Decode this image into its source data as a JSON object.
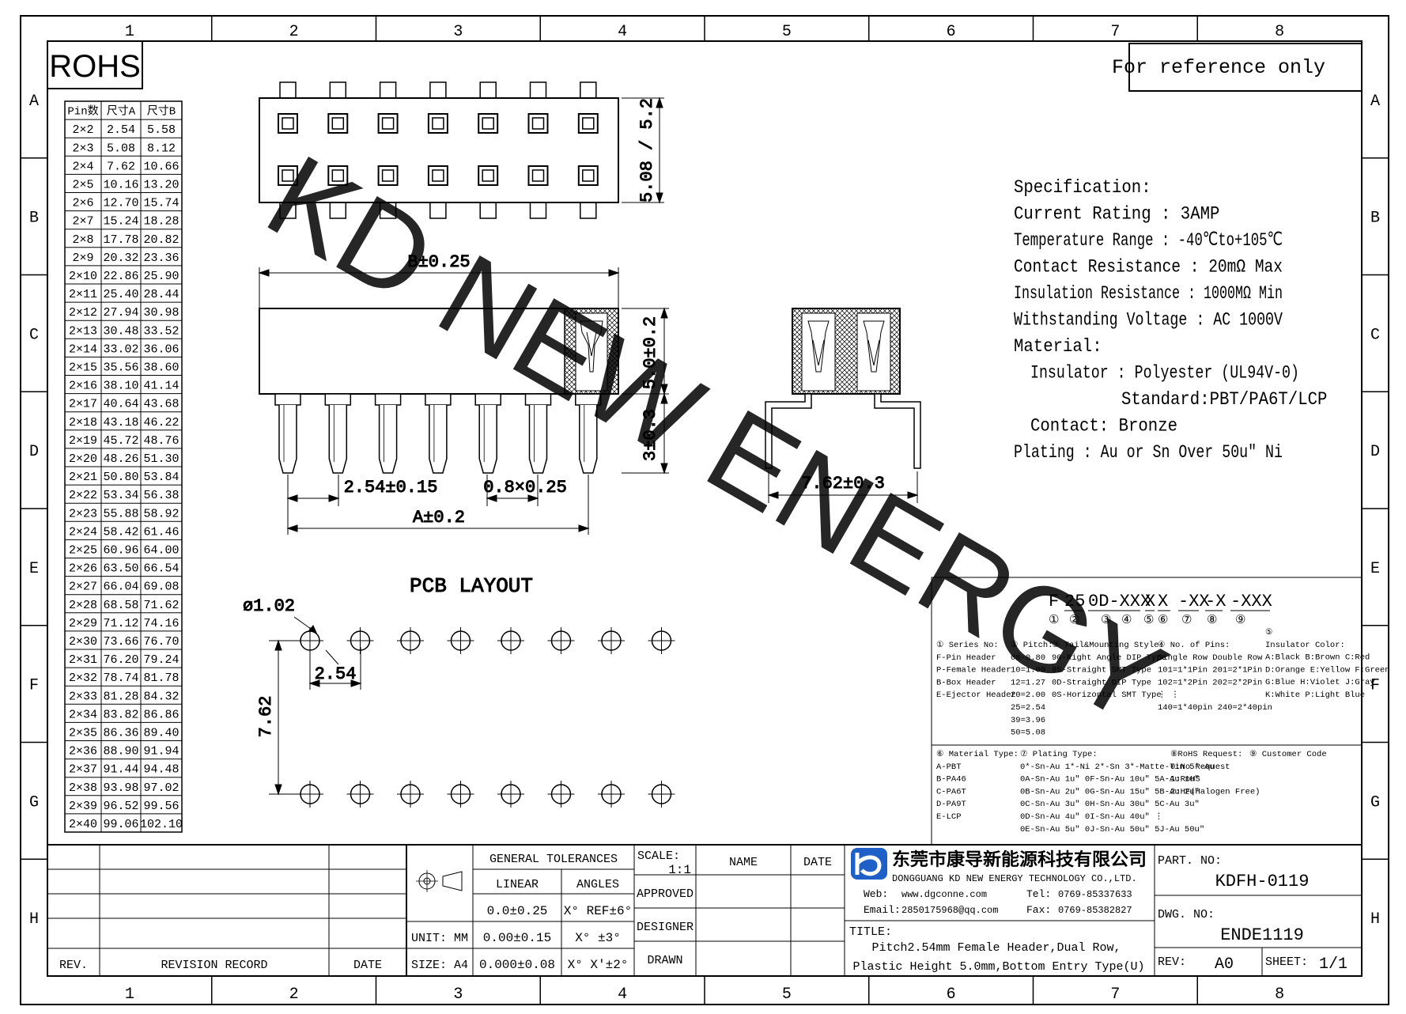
{
  "frame": {
    "columns": [
      "1",
      "2",
      "3",
      "4",
      "5",
      "6",
      "7",
      "8"
    ],
    "rows": [
      "A",
      "B",
      "C",
      "D",
      "E",
      "F",
      "G",
      "H"
    ]
  },
  "rohs_label": "ROHS",
  "reference_note": "For reference only",
  "watermark": "KD NEW ENERGY",
  "pin_table": {
    "headers": [
      "Pin数",
      "尺寸A",
      "尺寸B"
    ],
    "rows": [
      [
        "2×2",
        "2.54",
        "5.58"
      ],
      [
        "2×3",
        "5.08",
        "8.12"
      ],
      [
        "2×4",
        "7.62",
        "10.66"
      ],
      [
        "2×5",
        "10.16",
        "13.20"
      ],
      [
        "2×6",
        "12.70",
        "15.74"
      ],
      [
        "2×7",
        "15.24",
        "18.28"
      ],
      [
        "2×8",
        "17.78",
        "20.82"
      ],
      [
        "2×9",
        "20.32",
        "23.36"
      ],
      [
        "2×10",
        "22.86",
        "25.90"
      ],
      [
        "2×11",
        "25.40",
        "28.44"
      ],
      [
        "2×12",
        "27.94",
        "30.98"
      ],
      [
        "2×13",
        "30.48",
        "33.52"
      ],
      [
        "2×14",
        "33.02",
        "36.06"
      ],
      [
        "2×15",
        "35.56",
        "38.60"
      ],
      [
        "2×16",
        "38.10",
        "41.14"
      ],
      [
        "2×17",
        "40.64",
        "43.68"
      ],
      [
        "2×18",
        "43.18",
        "46.22"
      ],
      [
        "2×19",
        "45.72",
        "48.76"
      ],
      [
        "2×20",
        "48.26",
        "51.30"
      ],
      [
        "2×21",
        "50.80",
        "53.84"
      ],
      [
        "2×22",
        "53.34",
        "56.38"
      ],
      [
        "2×23",
        "55.88",
        "58.92"
      ],
      [
        "2×24",
        "58.42",
        "61.46"
      ],
      [
        "2×25",
        "60.96",
        "64.00"
      ],
      [
        "2×26",
        "63.50",
        "66.54"
      ],
      [
        "2×27",
        "66.04",
        "69.08"
      ],
      [
        "2×28",
        "68.58",
        "71.62"
      ],
      [
        "2×29",
        "71.12",
        "74.16"
      ],
      [
        "2×30",
        "73.66",
        "76.70"
      ],
      [
        "2×31",
        "76.20",
        "79.24"
      ],
      [
        "2×32",
        "78.74",
        "81.78"
      ],
      [
        "2×33",
        "81.28",
        "84.32"
      ],
      [
        "2×34",
        "83.82",
        "86.86"
      ],
      [
        "2×35",
        "86.36",
        "89.40"
      ],
      [
        "2×36",
        "88.90",
        "91.94"
      ],
      [
        "2×37",
        "91.44",
        "94.48"
      ],
      [
        "2×38",
        "93.98",
        "97.02"
      ],
      [
        "2×39",
        "96.52",
        "99.56"
      ],
      [
        "2×40",
        "99.06",
        "102.10"
      ]
    ]
  },
  "dimensions": {
    "top_height": "5.08 / 5.2",
    "b_length": "B±0.25",
    "body_height": "5.0±0.2",
    "tail_length": "3±0.3",
    "pitch": "2.54±0.15",
    "pin_size": "0.8×0.25",
    "a_length": "A±0.2",
    "row_spacing": "7.62±0.3",
    "pcb_title": "PCB LAYOUT",
    "hole_dia": "ø1.02",
    "pcb_pitch": "2.54",
    "pcb_row": "7.62"
  },
  "specification": {
    "lines": [
      "Specification:",
      "Current Rating : 3AMP",
      "Temperature Range : -40℃to+105℃",
      "Contact Resistance : 20mΩ Max",
      "Insulation Resistance : 1000MΩ Min",
      "Withstanding Voltage : AC 1000V",
      "Material:",
      "Insulator : Polyester (UL94V-0)",
      "Standard:PBT/PA6T/LCP",
      "Contact: Bronze",
      "Plating : Au or Sn Over 50u\" Ni"
    ]
  },
  "part_code": {
    "segments": [
      "F",
      "25",
      "0D-XXX",
      "X",
      "X",
      "-XX",
      "-X",
      "-XXX"
    ],
    "markers": [
      "①",
      "②",
      "③",
      "④",
      "⑤",
      "⑥",
      "⑦",
      "⑧",
      "⑨"
    ]
  },
  "code_legend": {
    "g1": [
      "① Series No:",
      "F-Pin Header",
      "P-Female Header",
      "B-Box Header",
      "E-Ejector Header"
    ],
    "g2": [
      "② Pitch:",
      "08-0.80",
      "10=1.00",
      "12=1.27",
      "20=2.00",
      "25=2.54",
      "39=3.96",
      "50=5.08"
    ],
    "g3": [
      "③ Tail&Mounting Style:",
      "90-Right Angle DIP Type",
      "9S-Straight SMT Type",
      "0D-Straight DIP Type",
      "0S-Horizontal SMT Type"
    ],
    "g4": [
      "④ No. of Pins:",
      "Single Row   Double Row",
      "101=1*1Pin   201=2*1Pin",
      "102=1*2Pin   202=2*2Pin",
      "  ⋮              ⋮",
      "140=1*40pin  240=2*40pin"
    ],
    "g5": [
      "⑤",
      "Insulator Color:",
      "A:Black  B:Brown  C:Red",
      "D:Orange E:Yellow F:Green",
      "G:Blue   H:Violet J:Gray",
      "K:White  P:Light Blue"
    ],
    "g6": [
      "⑥ Material Type:",
      "A-PBT",
      "B-PA46",
      "C-PA6T",
      "D-PA9T",
      "E-LCP"
    ],
    "g7": [
      "⑦ Plating Type:",
      "0*-Sn-Au 1*-Ni 2*-Sn 3*-Matte-Tin 5*-Au",
      "0A-Sn-Au 1u\" 0F-Sn-Au 10u\"  5A-Au 1u\"",
      "0B-Sn-Au 2u\" 0G-Sn-Au 15u\"  5B-Au 2u\"",
      "0C-Sn-Au 3u\" 0H-Sn-Au 30u\"  5C-Au 3u\"",
      "0D-Sn-Au 4u\" 0I-Sn-Au 40u\"    ⋮",
      "0E-Sn-Au 5u\" 0J-Sn-Au 50u\"  5J-Au 50u\""
    ],
    "g8": [
      "⑧RoHS Request:",
      "0:No Request",
      "1:RoHS",
      "2:HF(Halogen Free)"
    ],
    "g9": [
      "⑨ Customer Code"
    ]
  },
  "title_block": {
    "rev_label": "REV.",
    "revision_record": "REVISION RECORD",
    "date_label": "DATE",
    "general_tolerances": "GENERAL TOLERANCES",
    "linear": "LINEAR",
    "angles": "ANGLES",
    "lin1": "0.0±0.25",
    "lin2": "0.00±0.15",
    "lin3": "0.000±0.08",
    "ang1": "X° REF±6°",
    "ang2": "X° ±3°",
    "ang3": "X° X'±2°",
    "unit": "UNIT: MM",
    "size": "SIZE: A4",
    "scale_label": "SCALE:",
    "scale_value": "1:1",
    "name": "NAME",
    "date": "DATE",
    "approved": "APPROVED",
    "designer": "DESIGNER",
    "drawn": "DRAWN",
    "company_cn": "东莞市康导新能源科技有限公司",
    "company_en": "DONGGUANG KD NEW ENERGY TECHNOLOGY CO.,LTD.",
    "web_label": "Web:",
    "web": "www.dgconne.com",
    "email_label": "Email:",
    "email": "2850175968@qq.com",
    "tel_label": "Tel:",
    "tel": "0769-85337633",
    "fax_label": "Fax:",
    "fax": "0769-85382827",
    "title_label": "TITLE:",
    "title_line1": "Pitch2.54mm Female Header,Dual Row,",
    "title_line2": "Plastic Height 5.0mm,Bottom Entry Type(U)",
    "part_no_label": "PART. NO:",
    "part_no": "KDFH-0119",
    "dwg_no_label": "DWG. NO:",
    "dwg_no": "ENDE1119",
    "rev2_label": "REV:",
    "rev_value": "A0",
    "sheet_label": "SHEET:",
    "sheet_value": "1/1"
  },
  "colors": {
    "watermark": "#00e5f0",
    "line": "#000000",
    "background": "#ffffff",
    "logo": "#1e5fc8"
  }
}
